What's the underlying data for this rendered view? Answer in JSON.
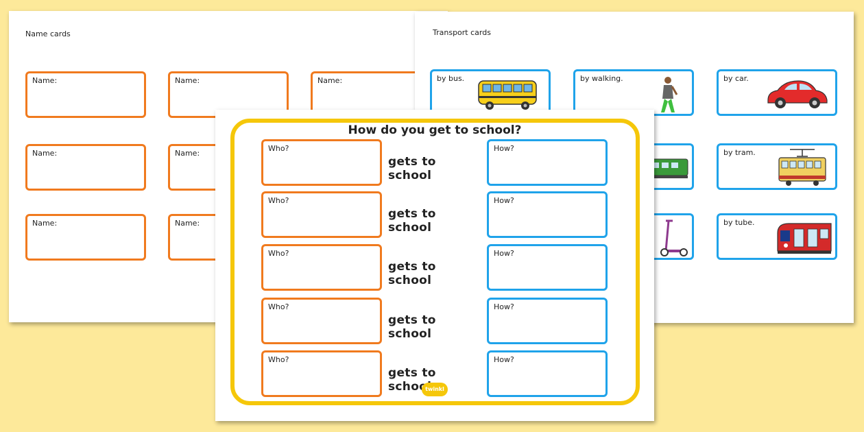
{
  "name_sheet": {
    "title": "Name cards",
    "cards": [
      {
        "label": "Name:"
      },
      {
        "label": "Name:"
      },
      {
        "label": "Name:"
      },
      {
        "label": "Name:"
      },
      {
        "label": "Name:"
      },
      {
        "label": "Name:"
      },
      {
        "label": "Name:"
      }
    ]
  },
  "transport_sheet": {
    "title": "Transport cards",
    "cards": [
      {
        "label": "by bus.",
        "icon": "school-bus-icon"
      },
      {
        "label": "by walking.",
        "icon": "walking-person-icon"
      },
      {
        "label": "by car.",
        "icon": "car-icon"
      },
      {
        "label": "",
        "icon": "train-icon"
      },
      {
        "label": "by tram.",
        "icon": "tram-icon"
      },
      {
        "label": "",
        "icon": "scooter-icon"
      },
      {
        "label": "by tube.",
        "icon": "tube-train-icon"
      }
    ]
  },
  "main_sheet": {
    "title": "How do you get to school?",
    "rows": [
      {
        "who": "Who?",
        "middle": "gets to school",
        "how": "How?"
      },
      {
        "who": "Who?",
        "middle": "gets to school",
        "how": "How?"
      },
      {
        "who": "Who?",
        "middle": "gets to school",
        "how": "How?"
      },
      {
        "who": "Who?",
        "middle": "gets to school",
        "how": "How?"
      },
      {
        "who": "Who?",
        "middle": "gets to school",
        "how": "How?"
      }
    ],
    "logo_text": "twinkl"
  },
  "colors": {
    "background": "#fde99a",
    "name_border": "#f07a1e",
    "transport_border": "#1fa3ea",
    "frame": "#f5c70a"
  }
}
